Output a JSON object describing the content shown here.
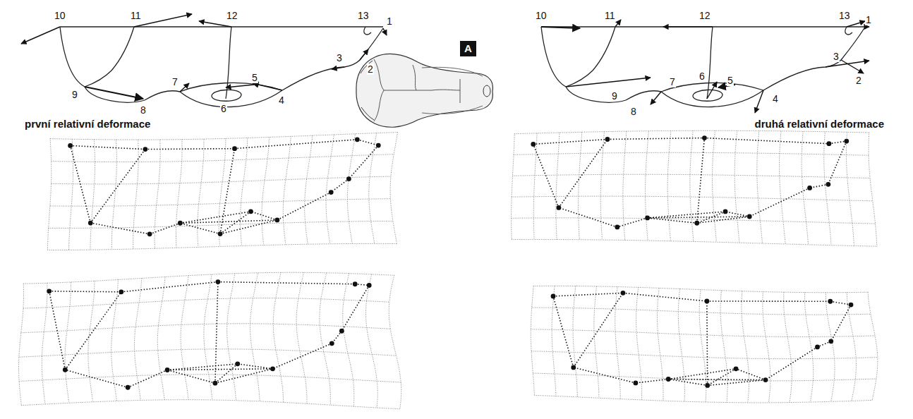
{
  "diagram": {
    "labels": [
      "1",
      "2",
      "3",
      "4",
      "5",
      "6",
      "7",
      "8",
      "9",
      "10",
      "11",
      "12",
      "13",
      "A",
      "1",
      "2",
      "3",
      "4",
      "5",
      "6",
      "7",
      "8",
      "9",
      "10",
      "11",
      "12",
      "13",
      "první relativní deformace",
      "druhá relativní deformace"
    ]
  }
}
